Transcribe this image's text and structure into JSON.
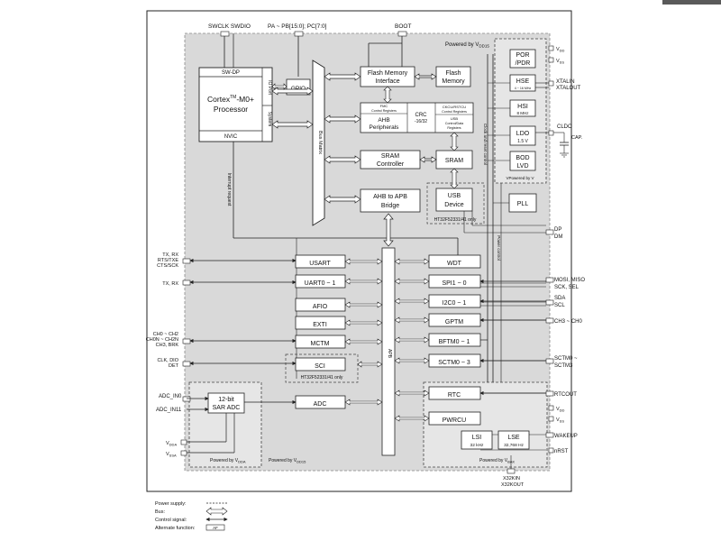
{
  "colors": {
    "chip_fill": "#d9d9d9",
    "stroke": "#222222",
    "block_fill": "#ffffff",
    "domain_fill": "#e3e3e3"
  },
  "pins_top": {
    "swd": "SWCLK SWDIO",
    "pa_pb": "PA ~ PB[15:0]; PC[7:0]",
    "boot": "BOOT"
  },
  "powered_by": {
    "vdd15": "Powered by V",
    "vdd15_sub": "DD15",
    "vbak": "Powered by V",
    "vbak_sub": "BAK",
    "vdda": "Powered by V",
    "vdda_sub": "DDA"
  },
  "core": {
    "swdp": "SW-DP",
    "name": "Cortex",
    "tm": "TM",
    "name_rest": "-M0+",
    "processor": "Processor",
    "nvic": "NVIC",
    "io_port": "IO Port",
    "system": "System"
  },
  "gpio": "GPIO",
  "bus_matrix": "Bus Matrix",
  "interrupt_request": "Interrupt request",
  "flash_if": {
    "line1": "Flash Memory",
    "line2": "Interface"
  },
  "flash_mem": {
    "line1": "Flash",
    "line2": "Memory"
  },
  "ahb": {
    "fmc": "FMC",
    "regs": "Control Registers",
    "label1": "AHB",
    "label2": "Peripherals",
    "crc1": "CRC",
    "crc2": "-16/32",
    "ckcu": "CKCU/RSTCU",
    "ckcu_regs": "Control Registers",
    "usb": "USB",
    "usb_regs": "Control/Data",
    "usb_regs2": "Registers"
  },
  "sram_ctrl": {
    "line1": "SRAM",
    "line2": "Controller"
  },
  "sram": "SRAM",
  "usb_dev": {
    "line1": "USB",
    "line2": "Device",
    "note": "HT32F52331/41 only"
  },
  "ahb_apb": {
    "line1": "AHB to APB",
    "line2": "Bridge"
  },
  "apb": "APB",
  "clock_reset": "Clock and reset control",
  "power_control": "Power control",
  "right_blocks": {
    "por1": "POR",
    "por2": "/PDR",
    "hse": "HSE",
    "hse_freq": "4 ~ 16 MHz",
    "hsi": "HSI",
    "hsi_freq": "8 MHz",
    "ldo": "LDO",
    "ldo_v": "1.5 V",
    "bod1": "BOD",
    "bod2": "LVD",
    "pll": "PLL"
  },
  "left_periph": {
    "usart": "USART",
    "uart": "UART0 ~ 1",
    "afio": "AFIO",
    "exti": "EXTI",
    "mctm": "MCTM",
    "sci": "SCI",
    "sci_note": "HT32F52331/41 only",
    "adc": "ADC",
    "sar1": "12-bit",
    "sar2": "SAR ADC"
  },
  "right_periph": {
    "wdt": "WDT",
    "spi": "SPI1 ~ 0",
    "i2c": "I2C0 ~ 1",
    "gptm": "GPTM",
    "bftm": "BFTM0 ~ 1",
    "sctm": "SCTM0 ~ 3",
    "rtc": "RTC",
    "pwrcu": "PWRCU",
    "lsi": "LSI",
    "lsi_freq": "32 kHz",
    "lse": "LSE",
    "lse_freq": "32,768 Hz"
  },
  "left_pins": {
    "usart1": "TX, RX",
    "usart2": "RTS/TXE",
    "usart3": "CTS/SCK",
    "uart": "TX, RX",
    "mctm1": "CH0 ~ CH2",
    "mctm2": "CH0N ~ CH2N",
    "mctm3": "CH3, BRK",
    "sci1": "CLK, DIO",
    "sci2": "DET",
    "adc1": "ADC_IN0",
    "adc2": "ADC_IN11",
    "vdda": "V",
    "vdda_sub": "DDA",
    "vssa": "V",
    "vssa_sub": "SSA"
  },
  "right_pins": {
    "vdd": "V",
    "vdd_sub": "DD",
    "vss": "V",
    "vss_sub": "SS",
    "xtalin": "XTALIN",
    "xtalout": "XTALOUT",
    "cldo": "CLDO",
    "cap": "CAP.",
    "dp": "DP",
    "dm": "DM",
    "spi1": "MOSI, MISO",
    "spi2": "SCK, SEL",
    "sda": "SDA",
    "scl": "SCL",
    "gptm": "CH3 ~ CH0",
    "sctm1": "SCTM0 ~",
    "sctm2": "SCTM3",
    "rtcout": "RTCOUT",
    "vdd2": "V",
    "vdd2_sub": "DD",
    "vss2": "V",
    "vss2_sub": "SS",
    "wakeup": "WAKEUP",
    "nrst": "nRST",
    "x32kin": "X32KIN",
    "x32kout": "X32KOUT"
  },
  "legend": {
    "power": "Power supply:",
    "bus": "Bus:",
    "control": "Control signal:",
    "af": "Alternate function:",
    "af_box": "AF"
  }
}
